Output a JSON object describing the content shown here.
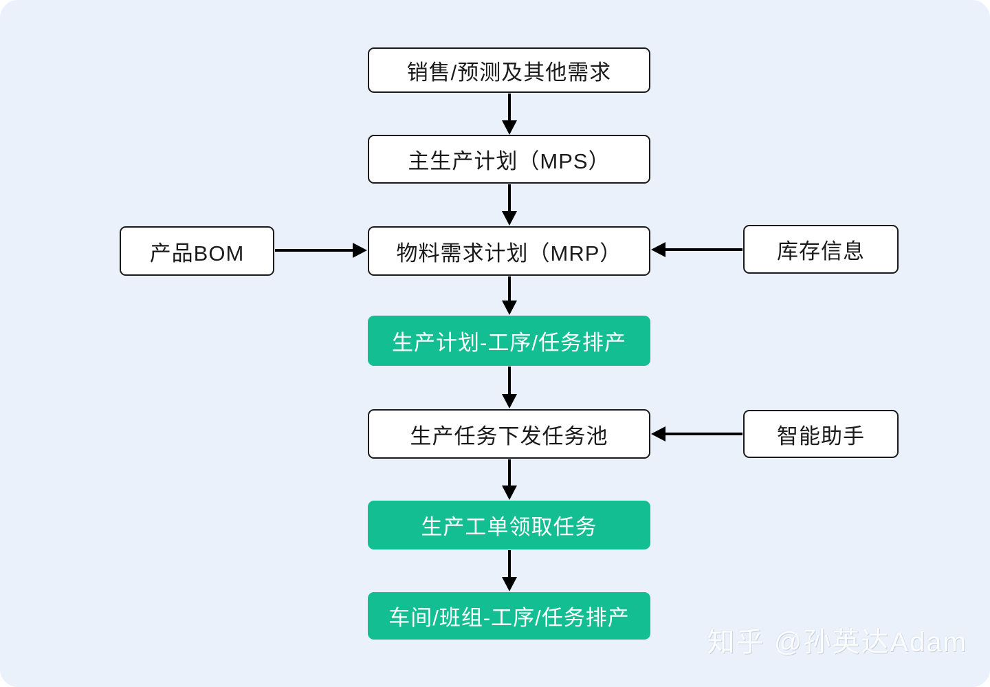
{
  "diagram": {
    "description": "Production planning flowchart",
    "nodes": {
      "demand": {
        "label": "销售/预测及其他需求",
        "type": "plain"
      },
      "mps": {
        "label": "主生产计划（MPS）",
        "type": "plain"
      },
      "bom": {
        "label": "产品BOM",
        "type": "plain"
      },
      "mrp": {
        "label": "物料需求计划（MRP）",
        "type": "plain"
      },
      "inventory": {
        "label": "库存信息",
        "type": "plain"
      },
      "plan_scheduling": {
        "label": "生产计划-工序/任务排产",
        "type": "highlight"
      },
      "task_pool": {
        "label": "生产任务下发任务池",
        "type": "plain"
      },
      "assistant": {
        "label": "智能助手",
        "type": "plain"
      },
      "work_order": {
        "label": "生产工单领取任务",
        "type": "highlight"
      },
      "workshop_scheduling": {
        "label": "车间/班组-工序/任务排产",
        "type": "highlight"
      }
    },
    "edges": [
      {
        "from": "demand",
        "to": "mps"
      },
      {
        "from": "mps",
        "to": "mrp"
      },
      {
        "from": "bom",
        "to": "mrp"
      },
      {
        "from": "inventory",
        "to": "mrp"
      },
      {
        "from": "mrp",
        "to": "plan_scheduling"
      },
      {
        "from": "plan_scheduling",
        "to": "task_pool"
      },
      {
        "from": "assistant",
        "to": "task_pool"
      },
      {
        "from": "task_pool",
        "to": "work_order"
      },
      {
        "from": "work_order",
        "to": "workshop_scheduling"
      }
    ]
  },
  "colors": {
    "background": "#EAF1FA",
    "node_fill": "#FFFFFF",
    "node_border": "#1A1A1A",
    "highlight_fill": "#12BE92",
    "highlight_text": "#FFFFFF",
    "arrow": "#000000"
  },
  "watermark": {
    "text": "知乎 @孙英达Adam"
  }
}
